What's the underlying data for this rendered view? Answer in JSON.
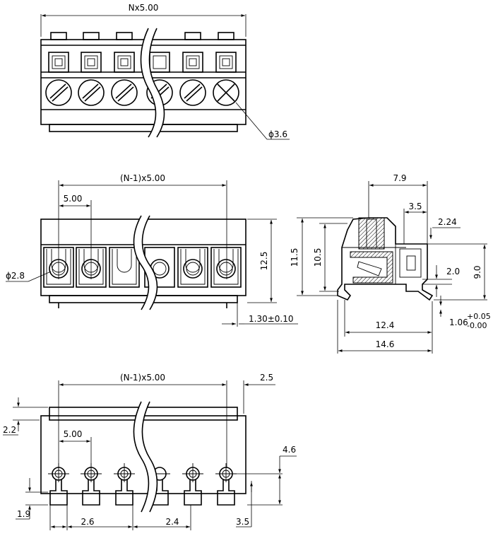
{
  "top_view": {
    "width_dim": "Nx5.00",
    "hole_dia": "ϕ3.6"
  },
  "front_view": {
    "span_dim": "(N-1)x5.00",
    "pitch_dim": "5.00",
    "wire_dia": "ϕ2.8",
    "height_dim": "12.5",
    "pin_dim": "1.30±0.10"
  },
  "side_view": {
    "top_width": "7.9",
    "inner_width": "3.5",
    "right_offset": "2.24",
    "height_total": "11.5",
    "height_inner": "10.5",
    "slot_height": "2.0",
    "right_height": "9.0",
    "tol_base": "1.06",
    "tol_plus": "+0.05",
    "tol_minus": "-0.00",
    "base_width": "12.4",
    "overall_width": "14.6"
  },
  "bottom_view": {
    "span_dim": "(N-1)x5.00",
    "edge_dim": "2.5",
    "left_offset": "2.2",
    "pitch_dim": "5.00",
    "pin_row_dim": "4.6",
    "pad_offset": "1.9",
    "pad_pitch_a": "2.6",
    "pad_pitch_b": "2.4",
    "pad_height": "3.5"
  }
}
